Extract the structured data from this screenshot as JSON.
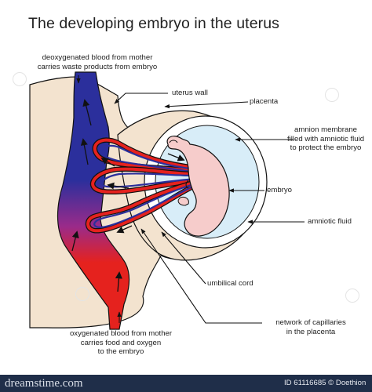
{
  "title": "The developing embryo in the uterus",
  "labels": {
    "deoxygenated": [
      "deoxygenated blood from mother",
      "carries waste products from embryo"
    ],
    "uterus_wall": "uterus wall",
    "placenta": "placenta",
    "amnion": [
      "amnion membrane",
      "filled with amniotic fluid",
      "to protect the embryo"
    ],
    "embryo": "embryo",
    "amniotic_fluid": "amniotic fluid",
    "umbilical_cord": "umbilical cord",
    "capillaries": [
      "network of capillaries",
      "in the placenta"
    ],
    "oxygenated": [
      "oxygenated blood from mother",
      "carries food and oxygen",
      "to the embryo"
    ]
  },
  "footer": {
    "logo_text": "dreamstime.com",
    "image_id": "ID 61116685 © Doethion"
  },
  "colors": {
    "deoxygenated_blood": "#2b2f9c",
    "oxygenated_blood": "#e5221e",
    "uterus_tissue": "#f3e3cf",
    "amniotic_fluid": "#d8edf8",
    "embryo": "#f6cccb",
    "amnion_ring": "#ffffff",
    "footer_bar": "#1f2e49"
  },
  "icons": [
    "blood-flow-arrow",
    "stock-logo-mark",
    "watermark-swirl"
  ]
}
